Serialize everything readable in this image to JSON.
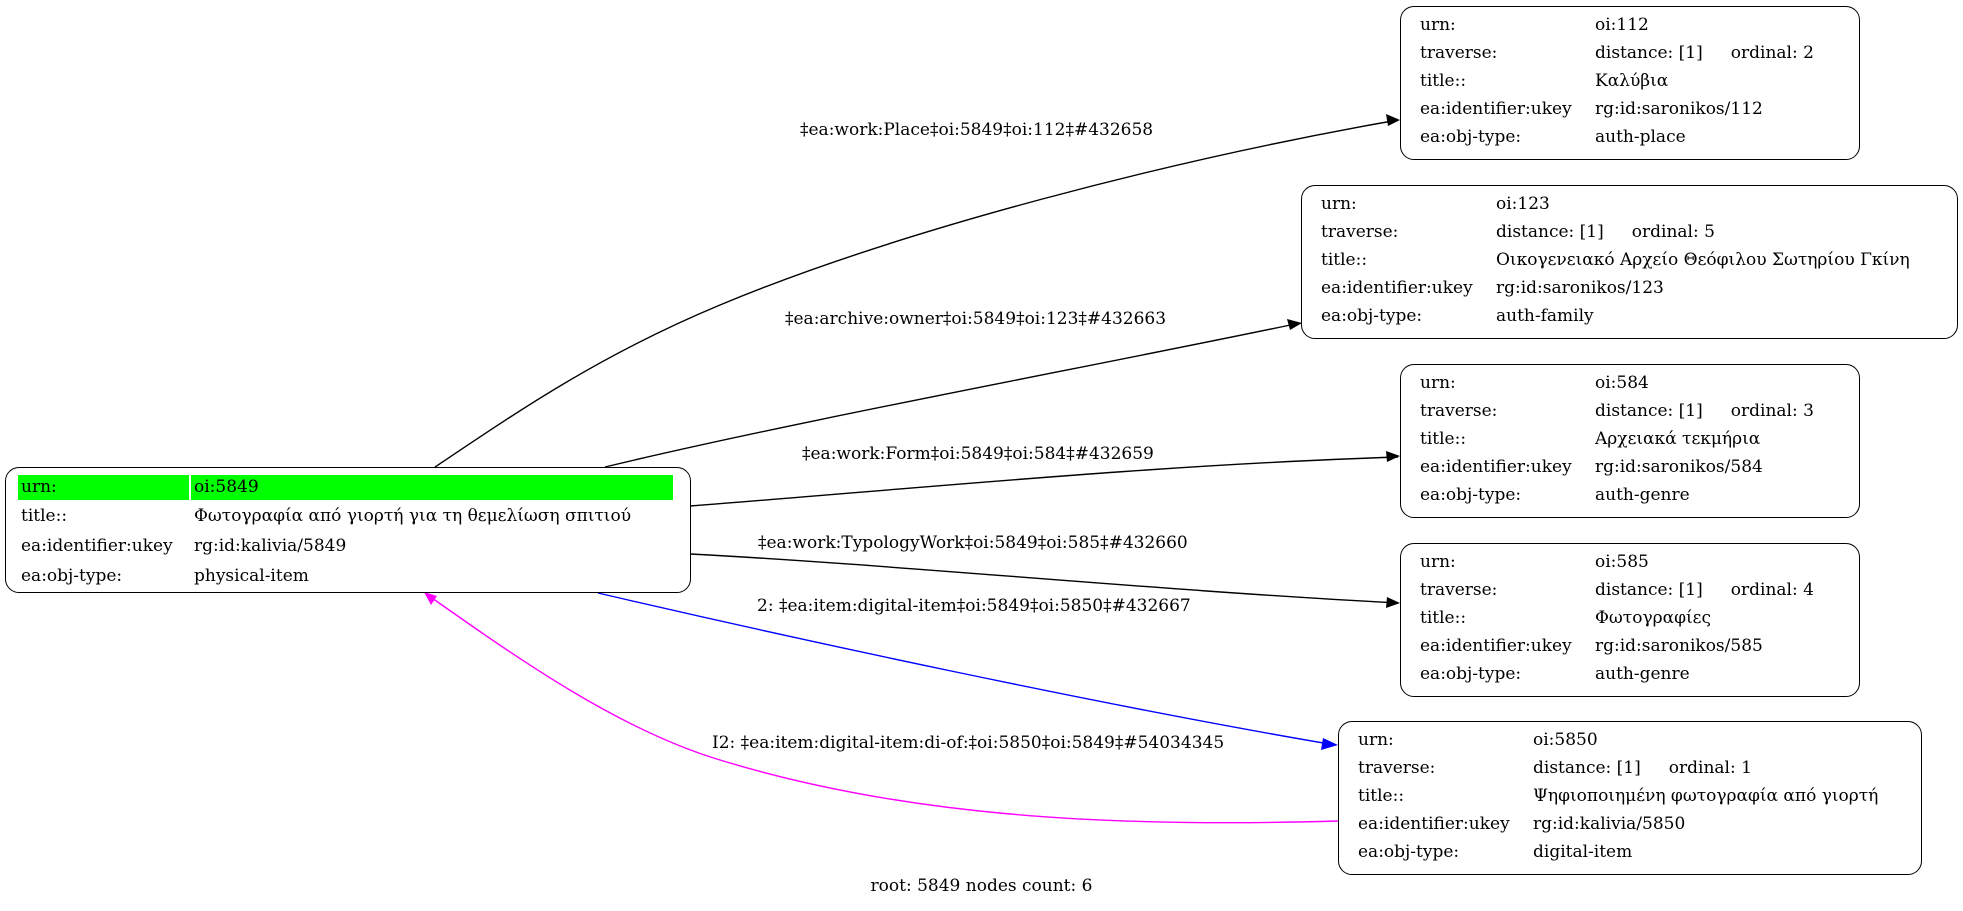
{
  "graph": {
    "footer": "root: 5849 nodes count: 6",
    "colors": {
      "highlight": "#00ff00",
      "edge_default": "#000000",
      "edge_digital": "#0000ff",
      "edge_inverse": "#ff00ff"
    },
    "root_node": {
      "id": "n5849",
      "rows": [
        {
          "key": "urn:",
          "value": "oi:5849"
        },
        {
          "key": "title::",
          "value": "Φωτογραφία από γιορτή για τη θεμελίωση σπιτιού"
        },
        {
          "key": "ea:identifier:ukey",
          "value": "rg:id:kalivia/5849"
        },
        {
          "key": "ea:obj-type:",
          "value": "physical-item"
        }
      ]
    },
    "nodes": [
      {
        "id": "n112",
        "urn_key": "urn:",
        "urn": "oi:112",
        "traverse_key": "traverse:",
        "distance": "distance: [1]",
        "ordinal": "ordinal: 2",
        "title_key": "title::",
        "title": "Καλύβια",
        "ukey_key": "ea:identifier:ukey",
        "ukey": "rg:id:saronikos/112",
        "type_key": "ea:obj-type:",
        "type": "auth-place"
      },
      {
        "id": "n123",
        "urn_key": "urn:",
        "urn": "oi:123",
        "traverse_key": "traverse:",
        "distance": "distance: [1]",
        "ordinal": "ordinal: 5",
        "title_key": "title::",
        "title": "Οικογενειακό Αρχείο Θεόφιλου Σωτηρίου Γκίνη",
        "ukey_key": "ea:identifier:ukey",
        "ukey": "rg:id:saronikos/123",
        "type_key": "ea:obj-type:",
        "type": "auth-family"
      },
      {
        "id": "n584",
        "urn_key": "urn:",
        "urn": "oi:584",
        "traverse_key": "traverse:",
        "distance": "distance: [1]",
        "ordinal": "ordinal: 3",
        "title_key": "title::",
        "title": "Αρχειακά τεκμήρια",
        "ukey_key": "ea:identifier:ukey",
        "ukey": "rg:id:saronikos/584",
        "type_key": "ea:obj-type:",
        "type": "auth-genre"
      },
      {
        "id": "n585",
        "urn_key": "urn:",
        "urn": "oi:585",
        "traverse_key": "traverse:",
        "distance": "distance: [1]",
        "ordinal": "ordinal: 4",
        "title_key": "title::",
        "title": "Φωτογραφίες",
        "ukey_key": "ea:identifier:ukey",
        "ukey": "rg:id:saronikos/585",
        "type_key": "ea:obj-type:",
        "type": "auth-genre"
      },
      {
        "id": "n5850",
        "urn_key": "urn:",
        "urn": "oi:5850",
        "traverse_key": "traverse:",
        "distance": "distance: [1]",
        "ordinal": "ordinal: 1",
        "title_key": "title::",
        "title": "Ψηφιοποιημένη φωτογραφία από γιορτή",
        "ukey_key": "ea:identifier:ukey",
        "ukey": "rg:id:kalivia/5850",
        "type_key": "ea:obj-type:",
        "type": "digital-item"
      }
    ],
    "edges": [
      {
        "from": "n5849",
        "to": "n112",
        "label": "‡ea:work:Place‡oi:5849‡oi:112‡#432658",
        "color": "edge_default"
      },
      {
        "from": "n5849",
        "to": "n123",
        "label": "‡ea:archive:owner‡oi:5849‡oi:123‡#432663",
        "color": "edge_default"
      },
      {
        "from": "n5849",
        "to": "n584",
        "label": "‡ea:work:Form‡oi:5849‡oi:584‡#432659",
        "color": "edge_default"
      },
      {
        "from": "n5849",
        "to": "n585",
        "label": "‡ea:work:TypologyWork‡oi:5849‡oi:585‡#432660",
        "color": "edge_default"
      },
      {
        "from": "n5849",
        "to": "n5850",
        "label": "2: ‡ea:item:digital-item‡oi:5849‡oi:5850‡#432667",
        "color": "edge_digital"
      },
      {
        "from": "n5850",
        "to": "n5849",
        "label": "I2: ‡ea:item:digital-item:di-of:‡oi:5850‡oi:5849‡#54034345",
        "color": "edge_inverse"
      }
    ]
  }
}
